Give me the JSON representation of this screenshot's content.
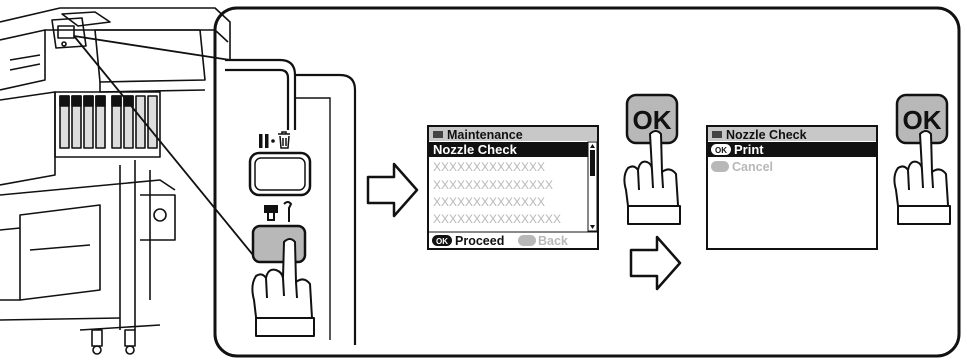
{
  "screen1": {
    "title": "Maintenance",
    "selected_item": "Nozzle Check",
    "items": [
      "XXXXXXXXXXXXXX",
      "XXXXXXXXXXXXXXX",
      "XXXXXXXXXXXXXX",
      "XXXXXXXXXXXXXXXX"
    ],
    "footer_ok_badge": "OK",
    "footer_proceed": "Proceed",
    "footer_back": "Back"
  },
  "screen2": {
    "title": "Nozzle Check",
    "ok_badge": "OK",
    "print": "Print",
    "cancel": "Cancel"
  },
  "ok_button_label_1": "OK",
  "ok_button_label_2": "OK",
  "colors": {
    "ink": "#111111",
    "lcd_title_bg": "#c8c8c8",
    "lcd_selected_bg": "#111111",
    "lcd_dim_text": "#b8b8b8",
    "button_fill": "#b8b8b8"
  },
  "icons": [
    "pause-cancel-icon",
    "maintenance-icon",
    "right-arrow-icon",
    "pointing-hand-icon"
  ]
}
